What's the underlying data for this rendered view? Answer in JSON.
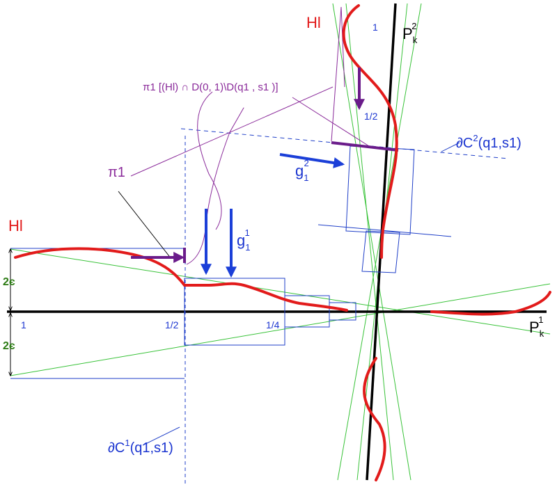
{
  "labels": {
    "hl_left": "Hl",
    "hl_top": "Hl",
    "pk1_base": "P",
    "pk1_sub": "k",
    "pk1_sup": "1",
    "pk2_base": "P",
    "pk2_sub": "k",
    "pk2_sup": "2",
    "tick_1_bottom": "1",
    "tick_1_2_bottom": "1/2",
    "tick_1_4_bottom": "1/4",
    "tick_1_top": "1",
    "tick_1_2_top": "1/2",
    "two_eps_top": "2є",
    "two_eps_bottom": "2є",
    "pi1_label": "π1",
    "pi1_formula": "π1  [(Hl)  ∩  D(0, 1)\\D(q1 ,  s1 )]",
    "g11_base": "g",
    "g11_sub": "1",
    "g11_sup": "1",
    "g12_base": "g",
    "g12_sub": "1",
    "g12_sup": "2",
    "dc1_prefix": "∂C",
    "dc1_sup": "1",
    "dc1_args": "(q1,s1)",
    "dc2_prefix": "∂C",
    "dc2_sup": "2",
    "dc2_args": "(q1,s1)"
  },
  "colors": {
    "curve": "#e21b1b",
    "axis": "#000000",
    "cone": "#38c238",
    "box": "#1f3fc8",
    "arrow_blue": "#1b3fd8",
    "arrow_purple": "#6a1b8a",
    "purple_line": "#8a2a9a",
    "label_red": "#e21b1b",
    "label_blue": "#1b35d0",
    "label_green": "#2a7a12"
  }
}
